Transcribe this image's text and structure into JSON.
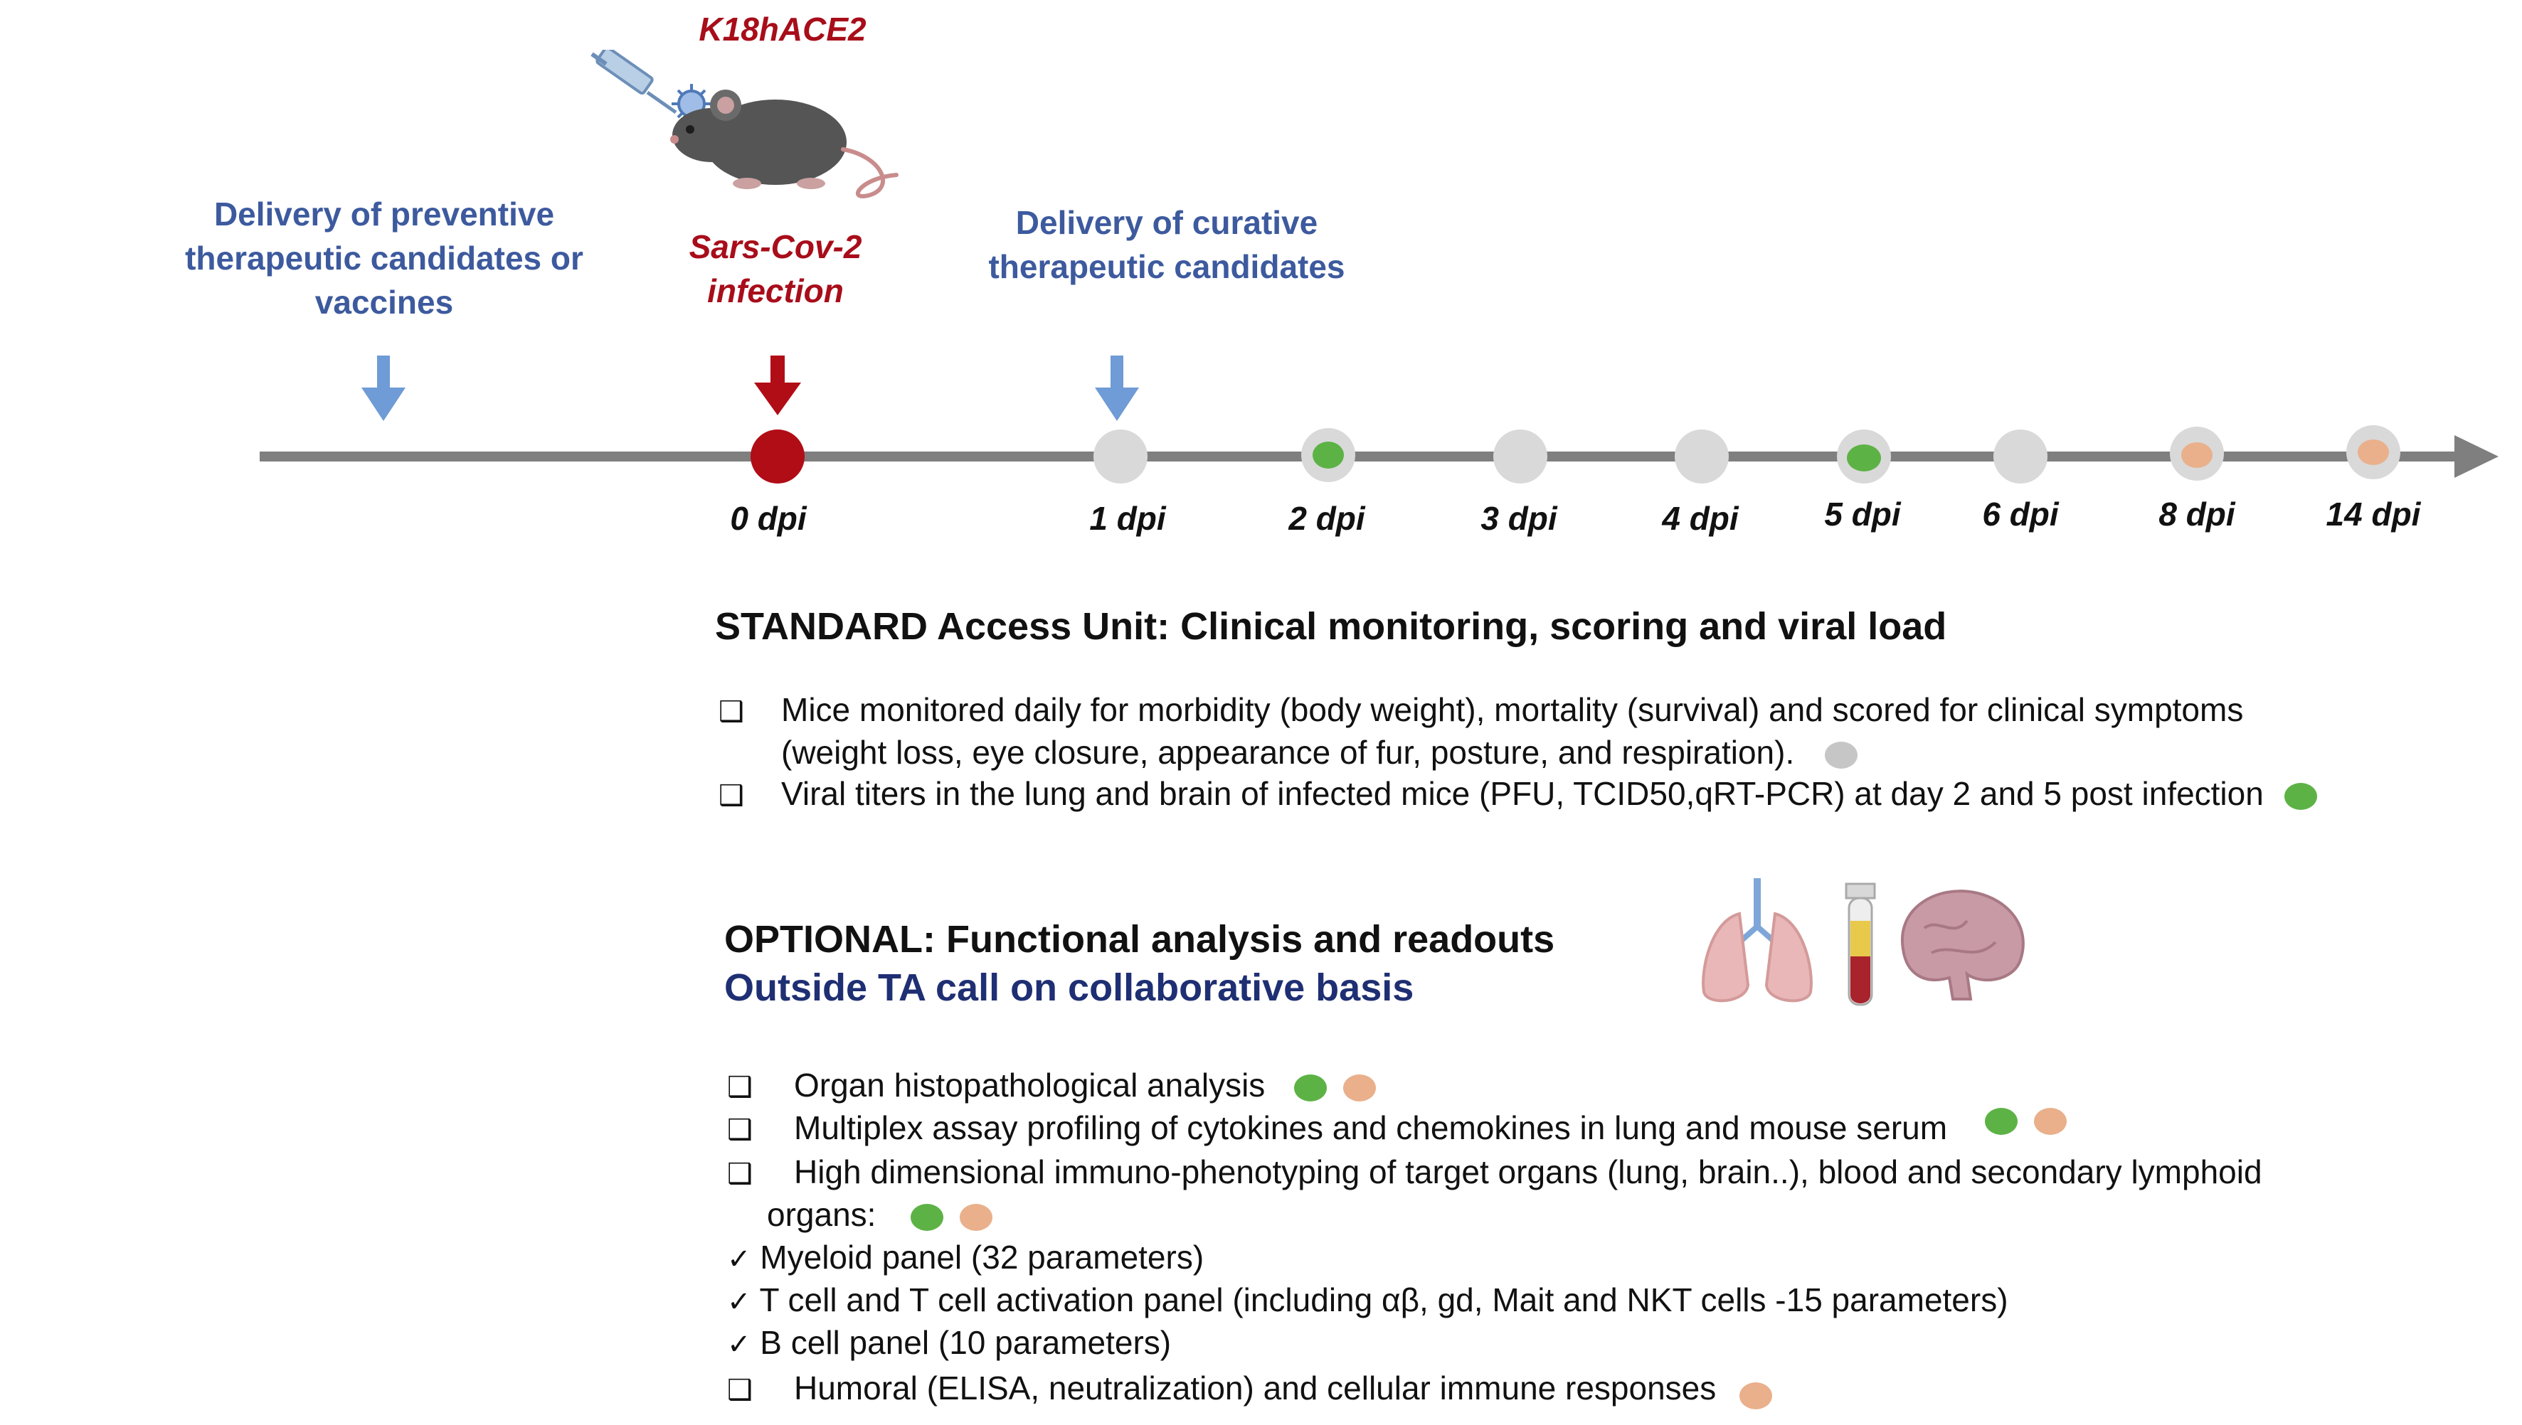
{
  "mouse_label": "K18hACE2",
  "preventive_label": [
    "Delivery of preventive",
    "therapeutic candidates or",
    "vaccines"
  ],
  "infection_label": [
    "Sars-Cov-2",
    "infection"
  ],
  "curative_label": [
    "Delivery of curative",
    "therapeutic  candidates"
  ],
  "timeline": {
    "ticks": [
      "0 dpi",
      "1 dpi",
      "2 dpi",
      "3 dpi",
      "4 dpi",
      "5 dpi",
      "6 dpi",
      "8 dpi",
      "14 dpi"
    ],
    "colors": {
      "line": "#7f7f7f",
      "infection": "#b10d17",
      "arrow_blue": "#6f9bd6",
      "arrow_red": "#b10d17",
      "node": "#d9d9d9",
      "green": "#5db246",
      "orange": "#e9b08b",
      "grey": "#c6c6c6"
    }
  },
  "standard": {
    "title": "STANDARD Access Unit: Clinical monitoring, scoring and viral load",
    "items": [
      {
        "lines": [
          "Mice monitored daily for morbidity (body weight), mortality (survival) and scored for clinical symptoms",
          "(weight loss, eye closure, appearance of fur, posture, and respiration)."
        ]
      },
      {
        "lines": [
          "Viral titers in the lung and brain of infected mice (PFU, TCID50,qRT-PCR) at day 2 and 5 post infection"
        ]
      }
    ]
  },
  "optional": {
    "title": "OPTIONAL: Functional analysis and readouts",
    "subtitle": "Outside TA call on collaborative basis",
    "items": [
      "Organ histopathological analysis",
      "Multiplex assay profiling of cytokines and chemokines in lung and mouse serum",
      "High dimensional immuno-phenotyping of target organs (lung, brain..), blood and secondary lymphoid",
      "organs:",
      "Humoral (ELISA, neutralization) and cellular immune responses"
    ],
    "checks": [
      "Myeloid panel (32 parameters)",
      "T cell and T cell activation panel (including αβ, gd, Mait and NKT cells -15 parameters)",
      "B cell panel (10 parameters)"
    ]
  },
  "symbols": {
    "box": "❑",
    "check": "✓"
  },
  "icons": [
    "syringe-icon",
    "virus-icon",
    "mouse-icon",
    "lungs-icon",
    "blood-tube-icon",
    "brain-icon"
  ]
}
